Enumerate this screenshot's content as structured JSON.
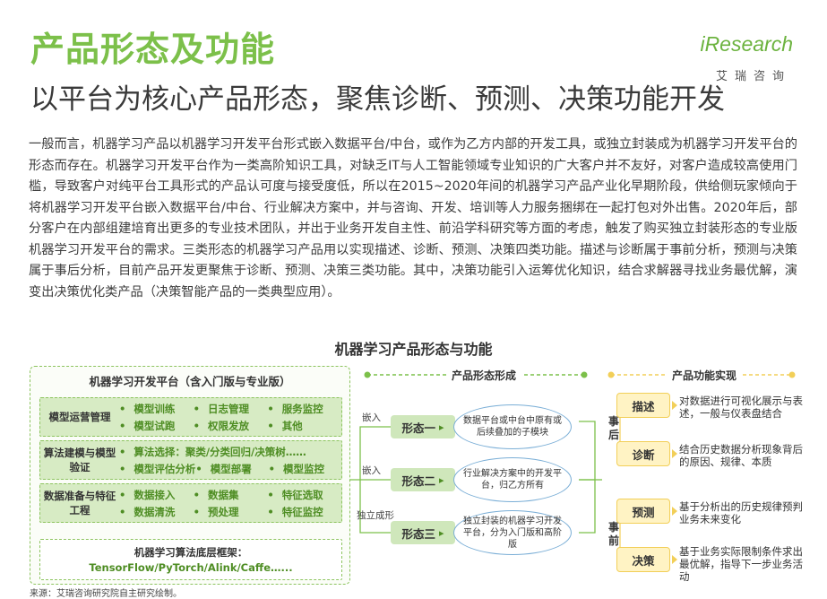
{
  "header": {
    "title": "产品形态及功能",
    "subtitle": "以平台为核心产品形态，聚焦诊断、预测、决策功能开发"
  },
  "logo": {
    "word": "iResearch",
    "cn": "艾瑞咨询"
  },
  "body": "一般而言，机器学习产品以机器学习开发平台形式嵌入数据平台/中台，或作为乙方内部的开发工具，或独立封装成为机器学习开发平台的形态而存在。机器学习开发平台作为一类高阶知识工具，对缺乏IT与人工智能领域专业知识的广大客户并不友好，对客户造成较高使用门槛，导致客户对纯平台工具形式的产品认可度与接受度低，所以在2015~2020年间的机器学习产品产业化早期阶段，供给侧玩家倾向于将机器学习开发平台嵌入数据平台/中台、行业解决方案中，并与咨询、开发、培训等人力服务捆绑在一起打包对外出售。2020年后，部分客户在内部组建培育出更多的专业技术团队，并出于业务开发自主性、前沿学科研究等方面的考虑，触发了购买独立封装形态的专业版机器学习开发平台的需求。三类形态的机器学习产品用以实现描述、诊断、预测、决策四类功能。描述与诊断属于事前分析，预测与决策属于事后分析，目前产品开发更聚焦于诊断、预测、决策三类功能。其中，决策功能引入运筹优化知识，结合求解器寻找业务最优解，演变出决策优化类产品（决策智能产品的一类典型应用）。",
  "diagram": {
    "title": "机器学习产品形态与功能",
    "platform": {
      "title": "机器学习开发平台（含入门版与专业版）",
      "rows": [
        {
          "label": "模型运营管理",
          "items": [
            "模型训练",
            "日志管理",
            "服务监控",
            "模型试跑",
            "权限发放",
            "其他"
          ]
        },
        {
          "label": "算法建模与模型验证",
          "items": [
            "算法选择：聚类/分类回归/决策树……",
            "模型评估分析",
            "模型部署",
            "模型监控"
          ]
        },
        {
          "label": "数据准备与特征工程",
          "items": [
            "数据接入",
            "数据集",
            "特征选取",
            "数据清洗",
            "预处理",
            "特征监控"
          ]
        }
      ],
      "base": {
        "title": "机器学习算法底层框架：",
        "text": "TensorFlow/PyTorch/Alink/Caffe…..."
      }
    },
    "forms_title": "产品形态形成",
    "forms": [
      {
        "edge": "嵌入",
        "label": "形态一",
        "desc": "数据平台或中台中原有或后续叠加的子模块"
      },
      {
        "edge": "嵌入",
        "label": "形态二",
        "desc": "行业解决方案中的开发平台，归乙方所有"
      },
      {
        "edge": "独立成形",
        "label": "形态三",
        "desc": "独立封装的机器学习开发平台，分为入门版和高阶版"
      }
    ],
    "functions_title": "产品功能实现",
    "phases": [
      "事后",
      "事前"
    ],
    "functions": [
      {
        "label": "描述",
        "desc": "对数据进行可视化展示与表述，一般与仪表盘结合"
      },
      {
        "label": "诊断",
        "desc": "结合历史数据分析现象背后的原因、规律、本质"
      },
      {
        "label": "预测",
        "desc": "基于分析出的历史规律预判业务未来变化"
      },
      {
        "label": "决策",
        "desc": "基于业务实际限制条件求出最优解，指导下一步业务活动"
      }
    ]
  },
  "source": "来源：艾瑞咨询研究院自主研究绘制。",
  "colors": {
    "green": "#7cc04a",
    "dark_green": "#4e8d23",
    "yellow": "#f2cf58",
    "blue": "#7aaed6"
  }
}
